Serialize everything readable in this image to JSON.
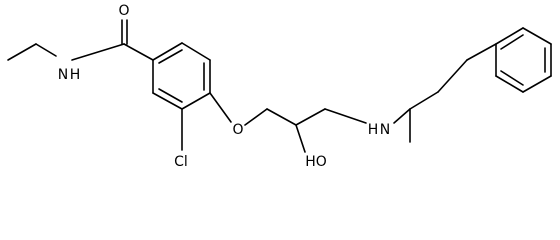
{
  "atom_labels": {
    "amide_oxygen": "O",
    "amide_nitrogen": "N",
    "amide_hydrogen": "H",
    "ether_oxygen": "O",
    "chlorine": "Cl",
    "hydroxyl": "HO",
    "amine_hydrogen": "H",
    "amine_nitrogen": "N"
  }
}
